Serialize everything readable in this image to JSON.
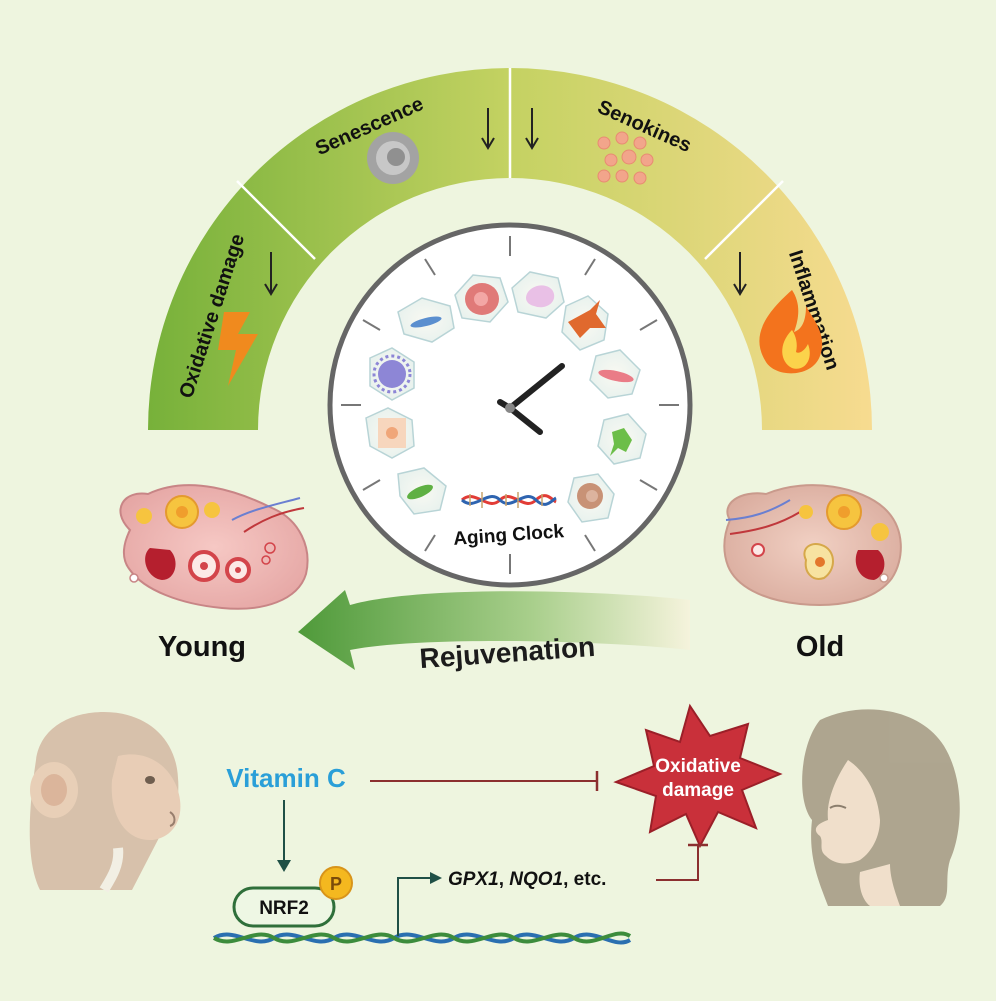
{
  "arc_segments": [
    {
      "label": "Oxidative damage",
      "icon": "lightning-bolt-icon",
      "arrow": "down-arrow"
    },
    {
      "label": "Senescence",
      "icon": "senescent-cell-icon",
      "arrow": "down-arrow"
    },
    {
      "label": "Senokines",
      "icon": "senokine-cluster-icon",
      "arrow": "down-arrow"
    },
    {
      "label": "Inflammation",
      "icon": "flame-icon",
      "arrow": "down-arrow"
    }
  ],
  "clock": {
    "label": "Aging Clock"
  },
  "states": {
    "young": "Young",
    "old": "Old"
  },
  "rejuvenation": {
    "label": "Rejuvenation"
  },
  "pathway": {
    "vitamin_c": "Vitamin C",
    "oxidative_damage_line1": "Oxidative",
    "oxidative_damage_line2": "damage",
    "nrf2": "NRF2",
    "phospho": "P",
    "gene_1": "GPX1",
    "gene_sep": ", ",
    "gene_2": "NQO1",
    "gene_suffix": ", etc."
  },
  "colors": {
    "background": "#eef5df",
    "arc_start": "#79b33c",
    "arc_end": "#f6d98a",
    "vitamin_c": "#2a9fd8",
    "star_fill": "#c9303a",
    "inhibit_line": "#8b2f2f",
    "dna_blue": "#2a6fb0",
    "dna_green": "#3c8c3c"
  }
}
